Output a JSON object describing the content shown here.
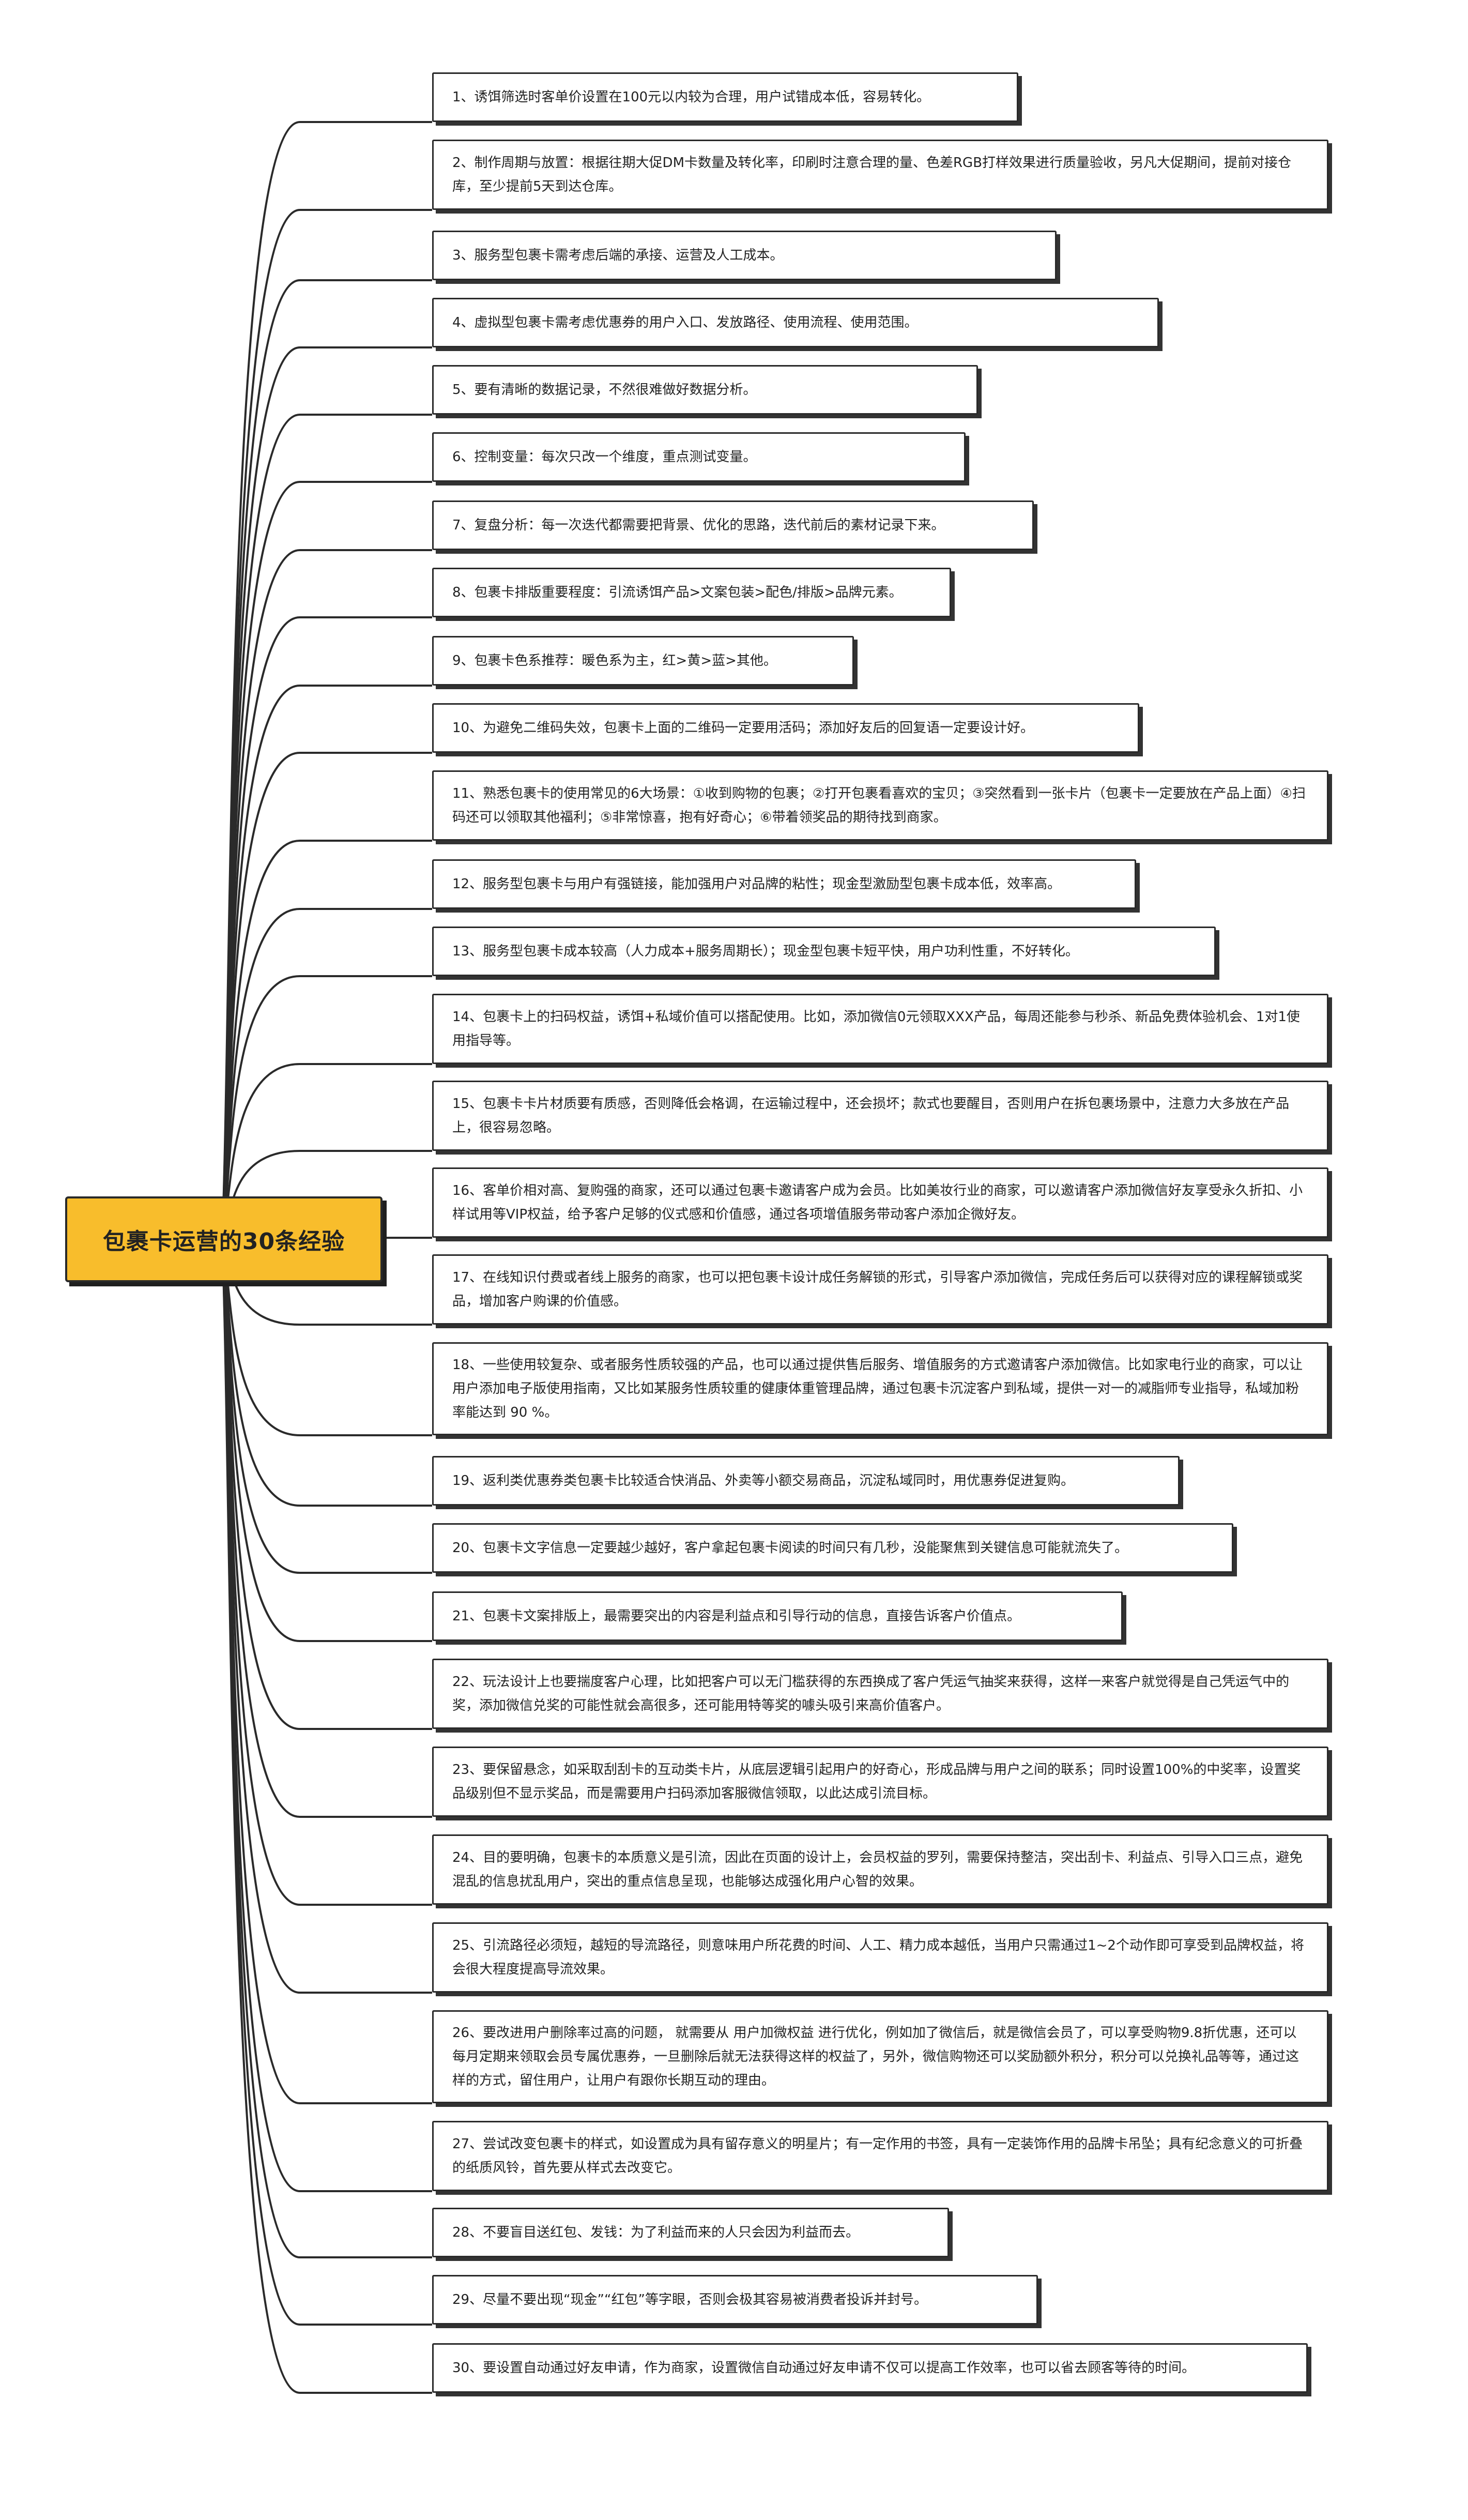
{
  "root": {
    "label": "包裹卡运营的30条经验"
  },
  "items": [
    "1、诱饵筛选时客单价设置在100元以内较为合理，用户试错成本低，容易转化。",
    "2、制作周期与放置：根据往期大促DM卡数量及转化率，印刷时注意合理的量、色差RGB打样效果进行质量验收，另凡大促期间，提前对接仓库，至少提前5天到达仓库。",
    "3、服务型包裹卡需考虑后端的承接、运营及人工成本。",
    "4、虚拟型包裹卡需考虑优惠券的用户入口、发放路径、使用流程、使用范围。",
    "5、要有清晰的数据记录，不然很难做好数据分析。",
    "6、控制变量：每次只改一个维度，重点测试变量。",
    "7、复盘分析：每一次迭代都需要把背景、优化的思路，迭代前后的素材记录下来。",
    "8、包裹卡排版重要程度：引流诱饵产品>文案包装>配色/排版>品牌元素。",
    "9、包裹卡色系推荐：暖色系为主，红>黄>蓝>其他。",
    "10、为避免二维码失效，包裹卡上面的二维码一定要用活码；添加好友后的回复语一定要设计好。",
    "11、熟悉包裹卡的使用常见的6大场景：①收到购物的包裹；②打开包裹看喜欢的宝贝；③突然看到一张卡片（包裹卡一定要放在产品上面）④扫码还可以领取其他福利；⑤非常惊喜，抱有好奇心；⑥带着领奖品的期待找到商家。",
    "12、服务型包裹卡与用户有强链接，能加强用户对品牌的粘性；现金型激励型包裹卡成本低，效率高。",
    "13、服务型包裹卡成本较高（人力成本+服务周期长）；现金型包裹卡短平快，用户功利性重，不好转化。",
    "14、包裹卡上的扫码权益，诱饵+私域价值可以搭配使用。比如，添加微信0元领取XXX产品，每周还能参与秒杀、新品免费体验机会、1对1使用指导等。",
    "15、包裹卡卡片材质要有质感，否则降低会格调，在运输过程中，还会损坏；款式也要醒目，否则用户在拆包裹场景中，注意力大多放在产品上，很容易忽略。",
    "16、客单价相对高、复购强的商家，还可以通过包裹卡邀请客户成为会员。比如美妆行业的商家，可以邀请客户添加微信好友享受永久折扣、小样试用等VIP权益，给予客户足够的仪式感和价值感，通过各项增值服务带动客户添加企微好友。",
    "17、在线知识付费或者线上服务的商家，也可以把包裹卡设计成任务解锁的形式，引导客户添加微信，完成任务后可以获得对应的课程解锁或奖品，增加客户购课的价值感。",
    "18、一些使用较复杂、或者服务性质较强的产品，也可以通过提供售后服务、增值服务的方式邀请客户添加微信。比如家电行业的商家，可以让用户添加电子版使用指南，又比如某服务性质较重的健康体重管理品牌，通过包裹卡沉淀客户到私域，提供一对一的减脂师专业指导，私域加粉率能达到 90 %。",
    "19、返利类优惠券类包裹卡比较适合快消品、外卖等小额交易商品，沉淀私域同时，用优惠券促进复购。",
    "20、包裹卡文字信息一定要越少越好，客户拿起包裹卡阅读的时间只有几秒，没能聚焦到关键信息可能就流失了。",
    "21、包裹卡文案排版上，最需要突出的内容是利益点和引导行动的信息，直接告诉客户价值点。",
    "22、玩法设计上也要揣度客户心理，比如把客户可以无门槛获得的东西换成了客户凭运气抽奖来获得，这样一来客户就觉得是自己凭运气中的奖，添加微信兑奖的可能性就会高很多，还可能用特等奖的噱头吸引来高价值客户。",
    "23、要保留悬念，如采取刮刮卡的互动类卡片，从底层逻辑引起用户的好奇心，形成品牌与用户之间的联系；同时设置100%的中奖率，设置奖品级别但不显示奖品，而是需要用户扫码添加客服微信领取，以此达成引流目标。",
    "24、目的要明确，包裹卡的本质意义是引流，因此在页面的设计上，会员权益的罗列，需要保持整洁，突出刮卡、利益点、引导入口三点，避免混乱的信息扰乱用户，突出的重点信息呈现，也能够达成强化用户心智的效果。",
    "25、引流路径必须短，越短的导流路径，则意味用户所花费的时间、人工、精力成本越低，当用户只需通过1~2个动作即可享受到品牌权益，将会很大程度提高导流效果。",
    "26、要改进用户删除率过高的问题， 就需要从 用户加微权益 进行优化，例如加了微信后，就是微信会员了，可以享受购物9.8折优惠，还可以每月定期来领取会员专属优惠券，一旦删除后就无法获得这样的权益了，另外，微信购物还可以奖励额外积分，积分可以兑换礼品等等，通过这样的方式，留住用户，让用户有跟你长期互动的理由。",
    "27、尝试改变包裹卡的样式，如设置成为具有留存意义的明星片；有一定作用的书签，具有一定装饰作用的品牌卡吊坠；具有纪念意义的可折叠的纸质风铃，首先要从样式去改变它。",
    "28、不要盲目送红包、发钱：为了利益而来的人只会因为利益而去。",
    "29、尽量不要出现“现金”“红包”等字眼，否则会极其容易被消费者投诉并封号。",
    "30、要设置自动通过好友申请，作为商家，设置微信自动通过好友申请不仅可以提高工作效率，也可以省去顾客等待的时间。"
  ]
}
